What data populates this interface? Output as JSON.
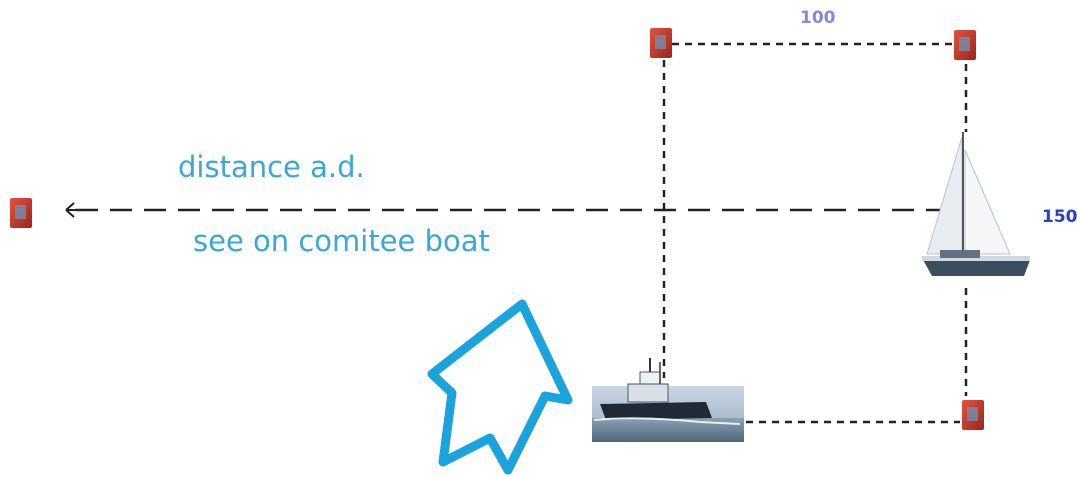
{
  "texts": {
    "distance": "distance a.d.",
    "see_on": "see on comitee boat",
    "top_distance": "100",
    "side_distance": "150"
  },
  "colors": {
    "annotation_text": "#3aa8d4",
    "top_distance": "#8a86e0",
    "side_distance": "#2a3fc9",
    "buoy": "#c0392b",
    "dashed_line": "#222222",
    "arrow_outline": "#1aa3dc"
  },
  "icons": {
    "buoy": "course-mark-buoy-icon",
    "sailboat": "sailboat-icon",
    "committee_boat": "motor-boat-icon",
    "pointer": "hand-drawn-arrow-icon"
  }
}
